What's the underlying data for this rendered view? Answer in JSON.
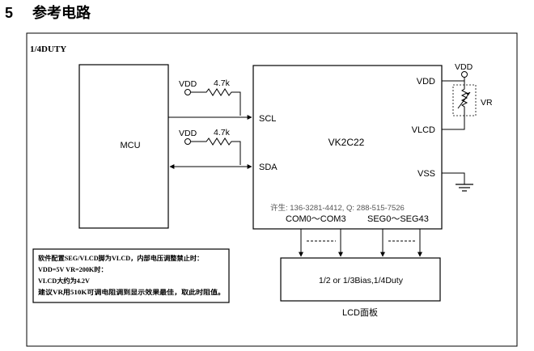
{
  "section": {
    "number": "5",
    "title": "参考电路"
  },
  "duty_label": "1/4DUTY",
  "mcu": {
    "label": "MCU"
  },
  "chip": {
    "name": "VK2C22",
    "pins": {
      "scl": "SCL",
      "sda": "SDA",
      "vdd": "VDD",
      "vlcd": "VLCD",
      "vss": "VSS",
      "com": "COM0～COM3",
      "seg": "SEG0～SEG43"
    },
    "watermark": "许生: 136-3281-4412, Q: 288-515-7526"
  },
  "pullups": [
    {
      "supply": "VDD",
      "value": "4.7k"
    },
    {
      "supply": "VDD",
      "value": "4.7k"
    }
  ],
  "vr_supply": "VDD",
  "vr_label": "VR",
  "lcd": {
    "panel_text": "1/2 or 1/3Bias,1/4Duty",
    "caption": "LCD面板"
  },
  "notes": [
    "软件配置SEG/VLCD脚为VLCD，内部电压调整禁止时：",
    "VDD=5V VR=200K时：",
    "VLCD大约为4.2V",
    "建议VR用510K可调电阻调到显示效果最佳，取此时阻值。"
  ]
}
